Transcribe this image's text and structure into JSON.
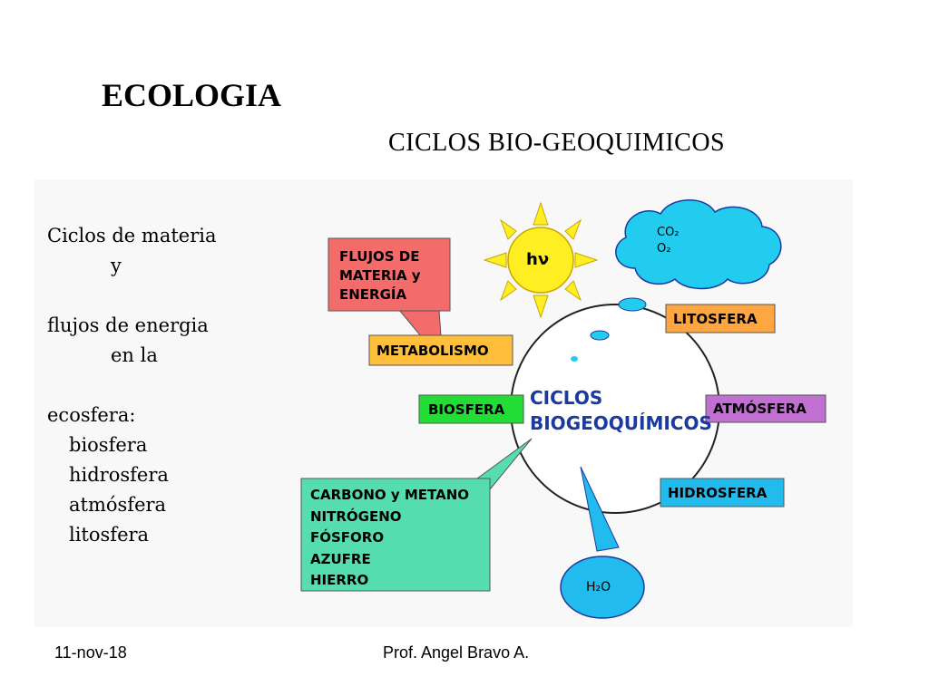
{
  "title": "ECOLOGIA",
  "subtitle": "CICLOS  BIO-GEOQUIMICOS",
  "left_text": {
    "line1": "Ciclos de materia",
    "line2": "y",
    "line3": "flujos de energia",
    "line4": "en la",
    "line5": "ecosfera:",
    "items": [
      "biosfera",
      "hidrosfera",
      "atmósfera",
      "litosfera"
    ]
  },
  "diagram": {
    "sun_label": "hν",
    "cloud_line1": "CO₂",
    "cloud_line2": "O₂",
    "flujos_label": "FLUJOS DE\nMATERIA y\nENERGÍA",
    "metabolismo_label": "METABOLISMO",
    "biosfera_label": "BIOSFERA",
    "center_label": "CICLOS\nBIOGEOQUÍMICOS",
    "litosfera_label": "LITOSFERA",
    "atmosfera_label": "ATMÓSFERA",
    "hidrosfera_label": "HIDROSFERA",
    "water_label": "H₂O",
    "cycles_list": [
      "CARBONO y METANO",
      "NITRÓGENO",
      "FÓSFORO",
      "AZUFRE",
      "HIERRO"
    ]
  },
  "footer": {
    "date": "11-nov-18",
    "author": "Prof.  Angel Bravo A."
  },
  "colors": {
    "flujos": "#f36b6b",
    "metabolismo": "#ffbf3a",
    "biosfera": "#22dd33",
    "litosfera": "#ffa640",
    "atmosfera": "#c070d0",
    "hidrosfera": "#22bbee",
    "cycles_box": "#55ddb0",
    "sun": "#ffee22",
    "cloud": "#22ccee",
    "center_text": "#1a3aa0"
  }
}
